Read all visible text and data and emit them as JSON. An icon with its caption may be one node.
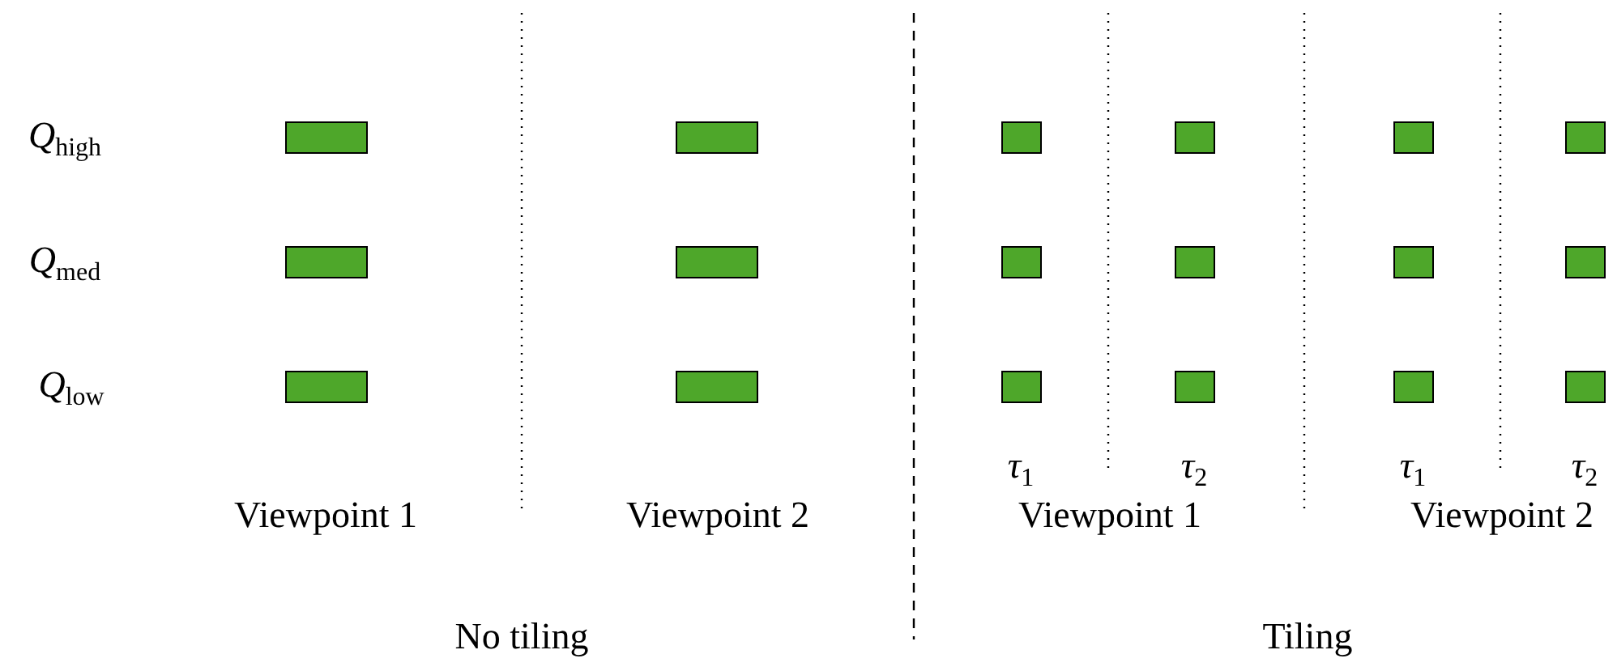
{
  "diagram": {
    "nodes": [
      {
        "text": [],
        "shape": "box"
      },
      {
        "text": [],
        "shape": "box"
      },
      {
        "text": [],
        "shape": "box"
      },
      {
        "text": [],
        "shape": "box"
      },
      {
        "text": [],
        "shape": "box"
      },
      {
        "text": [],
        "shape": "box"
      },
      {
        "text": [],
        "shape": "box"
      },
      {
        "text": [],
        "shape": "box"
      },
      {
        "text": [],
        "shape": "box"
      },
      {
        "text": [],
        "shape": "box"
      },
      {
        "text": [],
        "shape": "box"
      },
      {
        "text": [],
        "shape": "box"
      },
      {
        "text": [],
        "shape": "box"
      },
      {
        "text": [],
        "shape": "box"
      },
      {
        "text": [],
        "shape": "box"
      },
      {
        "text": [],
        "shape": "box"
      },
      {
        "text": [],
        "shape": "box"
      },
      {
        "text": [],
        "shape": "box"
      }
    ],
    "labels": [
      "*Q*$_{high}$",
      "*Q*$_{med}$",
      "*Q*$_{low}$",
      "*τ*$_{1}$",
      "*τ*$_{2}$",
      "*τ*$_{1}$",
      "*τ*$_{2}$",
      "Viewpoint 1",
      "Viewpoint 2",
      "Viewpoint 1",
      "Viewpoint 2",
      "No tiling",
      "Tiling"
    ]
  }
}
